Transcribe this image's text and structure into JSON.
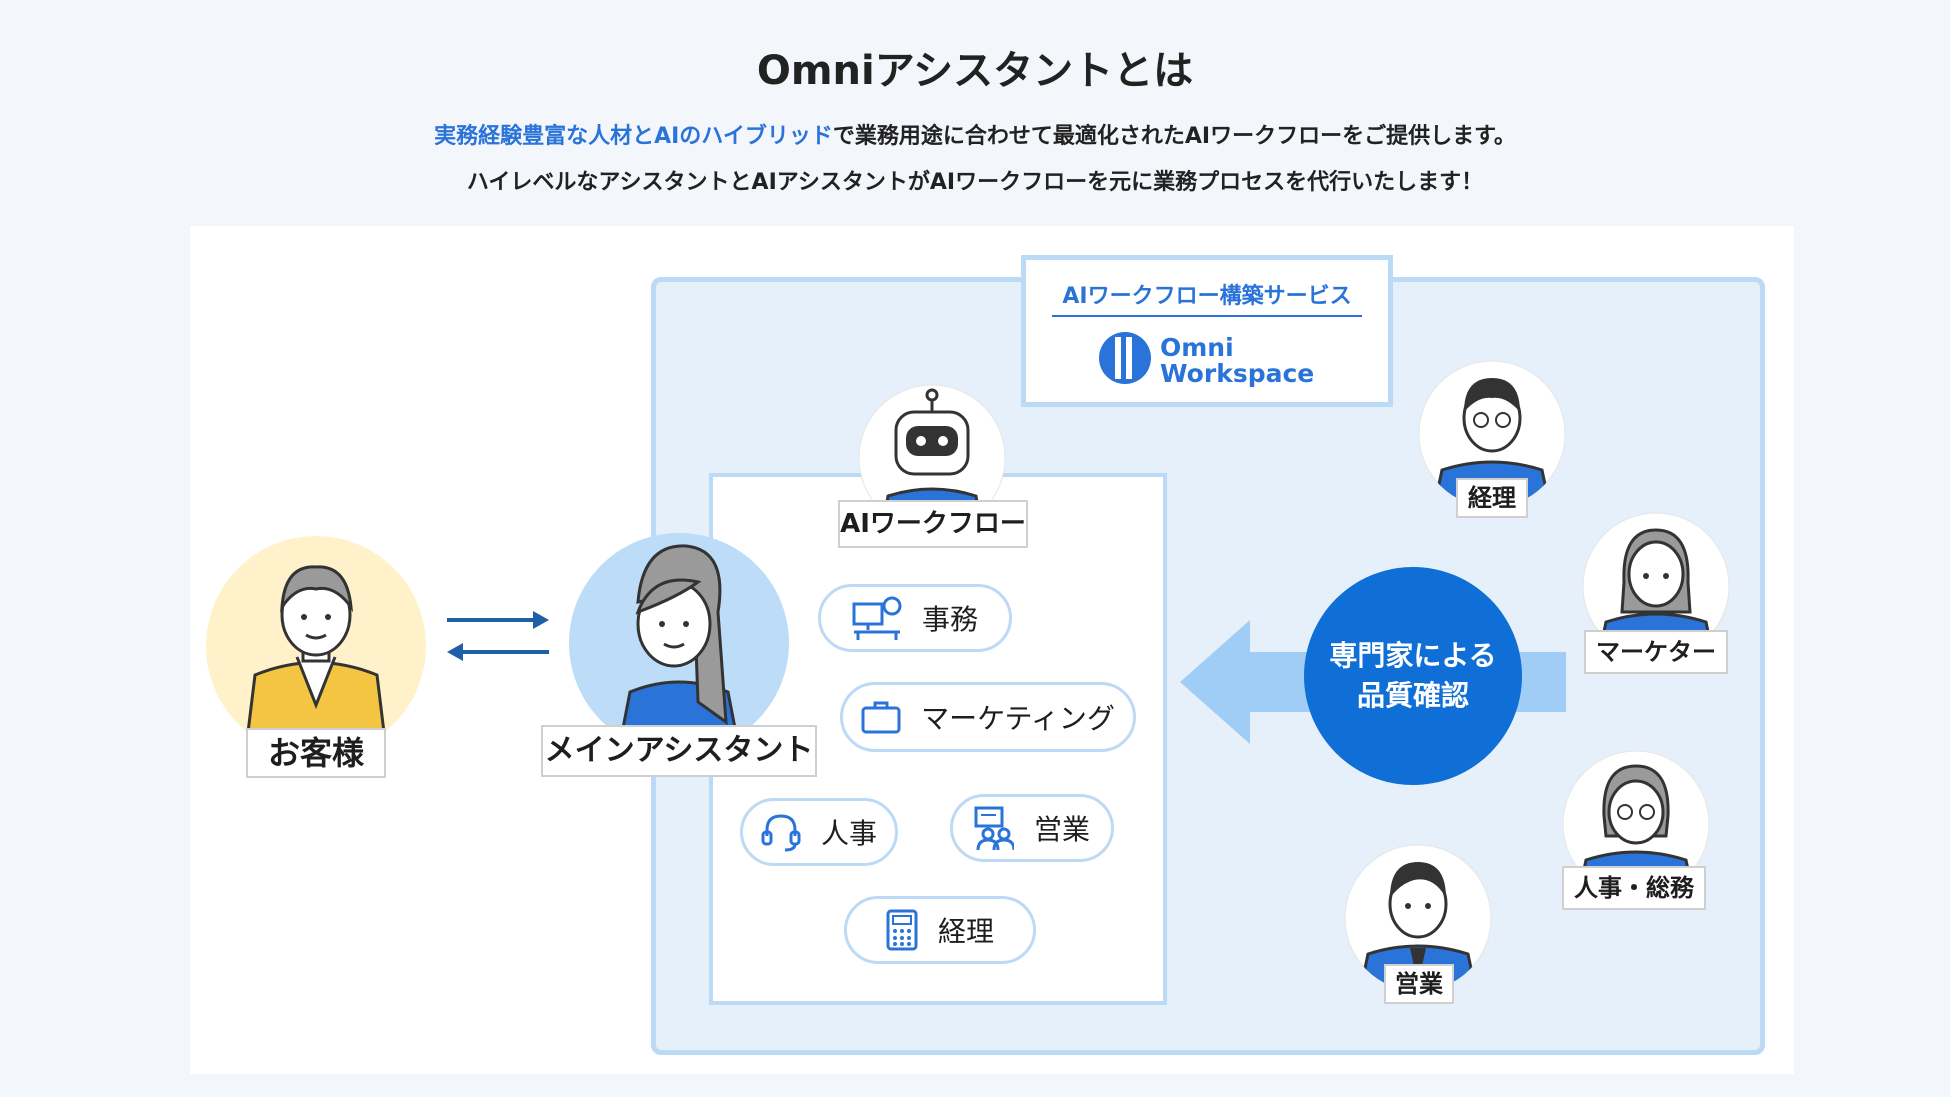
{
  "header": {
    "title": "Omniアシスタントとは",
    "desc_highlight": "実務経験豊富な人材とAIのハイブリッド",
    "desc_rest": "で業務用途に合わせて最適化されたAIワークフローをご提供します。",
    "desc_line2": "ハイレベルなアシスタントとAIアシスタントがAIワークフローを元に業務プロセスを代行いたします！"
  },
  "diagram": {
    "customer_label": "お客様",
    "main_assistant_label": "メインアシスタント",
    "ai_workflow_label": "AIワークフロー",
    "service": {
      "title": "AIワークフロー構築サービス",
      "logo_line1": "Omni",
      "logo_line2": "Workspace"
    },
    "tasks": [
      "事務",
      "マーケティング",
      "人事",
      "営業",
      "経理"
    ],
    "quality": {
      "line1": "専門家による",
      "line2": "品質確認"
    },
    "experts": [
      "経理",
      "マーケター",
      "人事・総務",
      "営業"
    ]
  },
  "colors": {
    "accent": "#2a73d9",
    "box_border": "#bcd9f5",
    "box_fill": "#e6f0fb",
    "quality_circle": "#0f6fd6",
    "customer_circle": "#fff1c9",
    "assistant_circle": "#bcdcf8",
    "arrow": "#1f5fa8"
  }
}
